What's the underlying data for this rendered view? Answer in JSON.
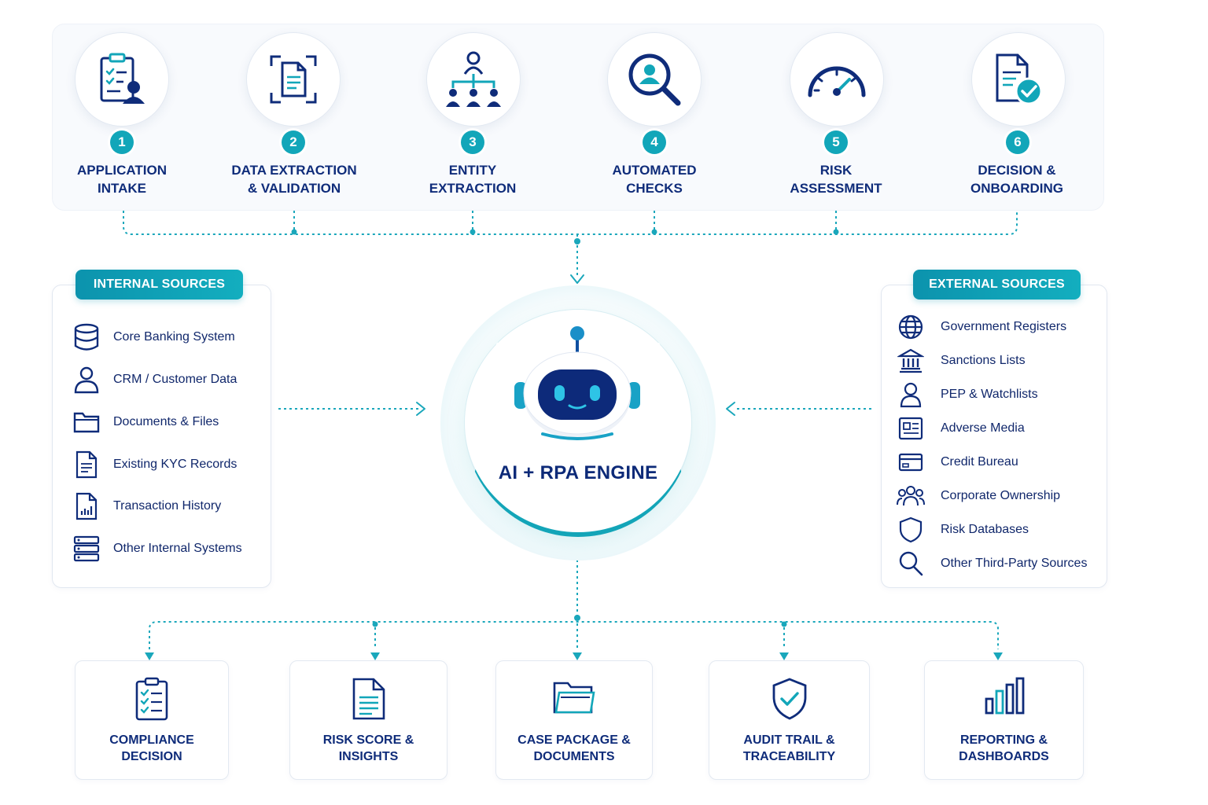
{
  "process_steps": [
    {
      "number": "1",
      "label_line1": "APPLICATION",
      "label_line2": "INTAKE",
      "icon": "clipboard-user-icon"
    },
    {
      "number": "2",
      "label_line1": "DATA EXTRACTION",
      "label_line2": "& VALIDATION",
      "icon": "document-scan-icon"
    },
    {
      "number": "3",
      "label_line1": "ENTITY",
      "label_line2": "EXTRACTION",
      "icon": "hierarchy-icon"
    },
    {
      "number": "4",
      "label_line1": "AUTOMATED",
      "label_line2": "CHECKS",
      "icon": "search-user-icon"
    },
    {
      "number": "5",
      "label_line1": "RISK",
      "label_line2": "ASSESSMENT",
      "icon": "gauge-icon"
    },
    {
      "number": "6",
      "label_line1": "DECISION &",
      "label_line2": "ONBOARDING",
      "icon": "document-check-icon"
    }
  ],
  "internal_sources": {
    "title": "INTERNAL SOURCES",
    "items": [
      {
        "label": "Core Banking System",
        "icon": "database-icon"
      },
      {
        "label": "CRM / Customer Data",
        "icon": "user-icon"
      },
      {
        "label": "Documents & Files",
        "icon": "folder-icon"
      },
      {
        "label": "Existing KYC Records",
        "icon": "document-icon"
      },
      {
        "label": "Transaction History",
        "icon": "chart-document-icon"
      },
      {
        "label": "Other Internal Systems",
        "icon": "server-icon"
      }
    ]
  },
  "external_sources": {
    "title": "EXTERNAL SOURCES",
    "items": [
      {
        "label": "Government Registers",
        "icon": "globe-icon"
      },
      {
        "label": "Sanctions Lists",
        "icon": "bank-icon"
      },
      {
        "label": "PEP & Watchlists",
        "icon": "user-icon"
      },
      {
        "label": "Adverse Media",
        "icon": "newspaper-icon"
      },
      {
        "label": "Credit Bureau",
        "icon": "credit-card-icon"
      },
      {
        "label": "Corporate Ownership",
        "icon": "group-icon"
      },
      {
        "label": "Risk Databases",
        "icon": "shield-icon"
      },
      {
        "label": "Other Third-Party Sources",
        "icon": "search-icon"
      }
    ]
  },
  "engine": {
    "title": "AI + RPA ENGINE",
    "icon": "robot-icon"
  },
  "outputs": [
    {
      "label_line1": "COMPLIANCE",
      "label_line2": "DECISION",
      "icon": "checklist-icon"
    },
    {
      "label_line1": "RISK SCORE &",
      "label_line2": "INSIGHTS",
      "icon": "report-icon"
    },
    {
      "label_line1": "CASE PACKAGE &",
      "label_line2": "DOCUMENTS",
      "icon": "folder-stack-icon"
    },
    {
      "label_line1": "AUDIT TRAIL &",
      "label_line2": "TRACEABILITY",
      "icon": "shield-check-icon"
    },
    {
      "label_line1": "REPORTING &",
      "label_line2": "DASHBOARDS",
      "icon": "bar-chart-icon"
    }
  ],
  "colors": {
    "navy": "#0f2c7a",
    "teal": "#12a6b9",
    "connector": "#1aa7bb"
  }
}
